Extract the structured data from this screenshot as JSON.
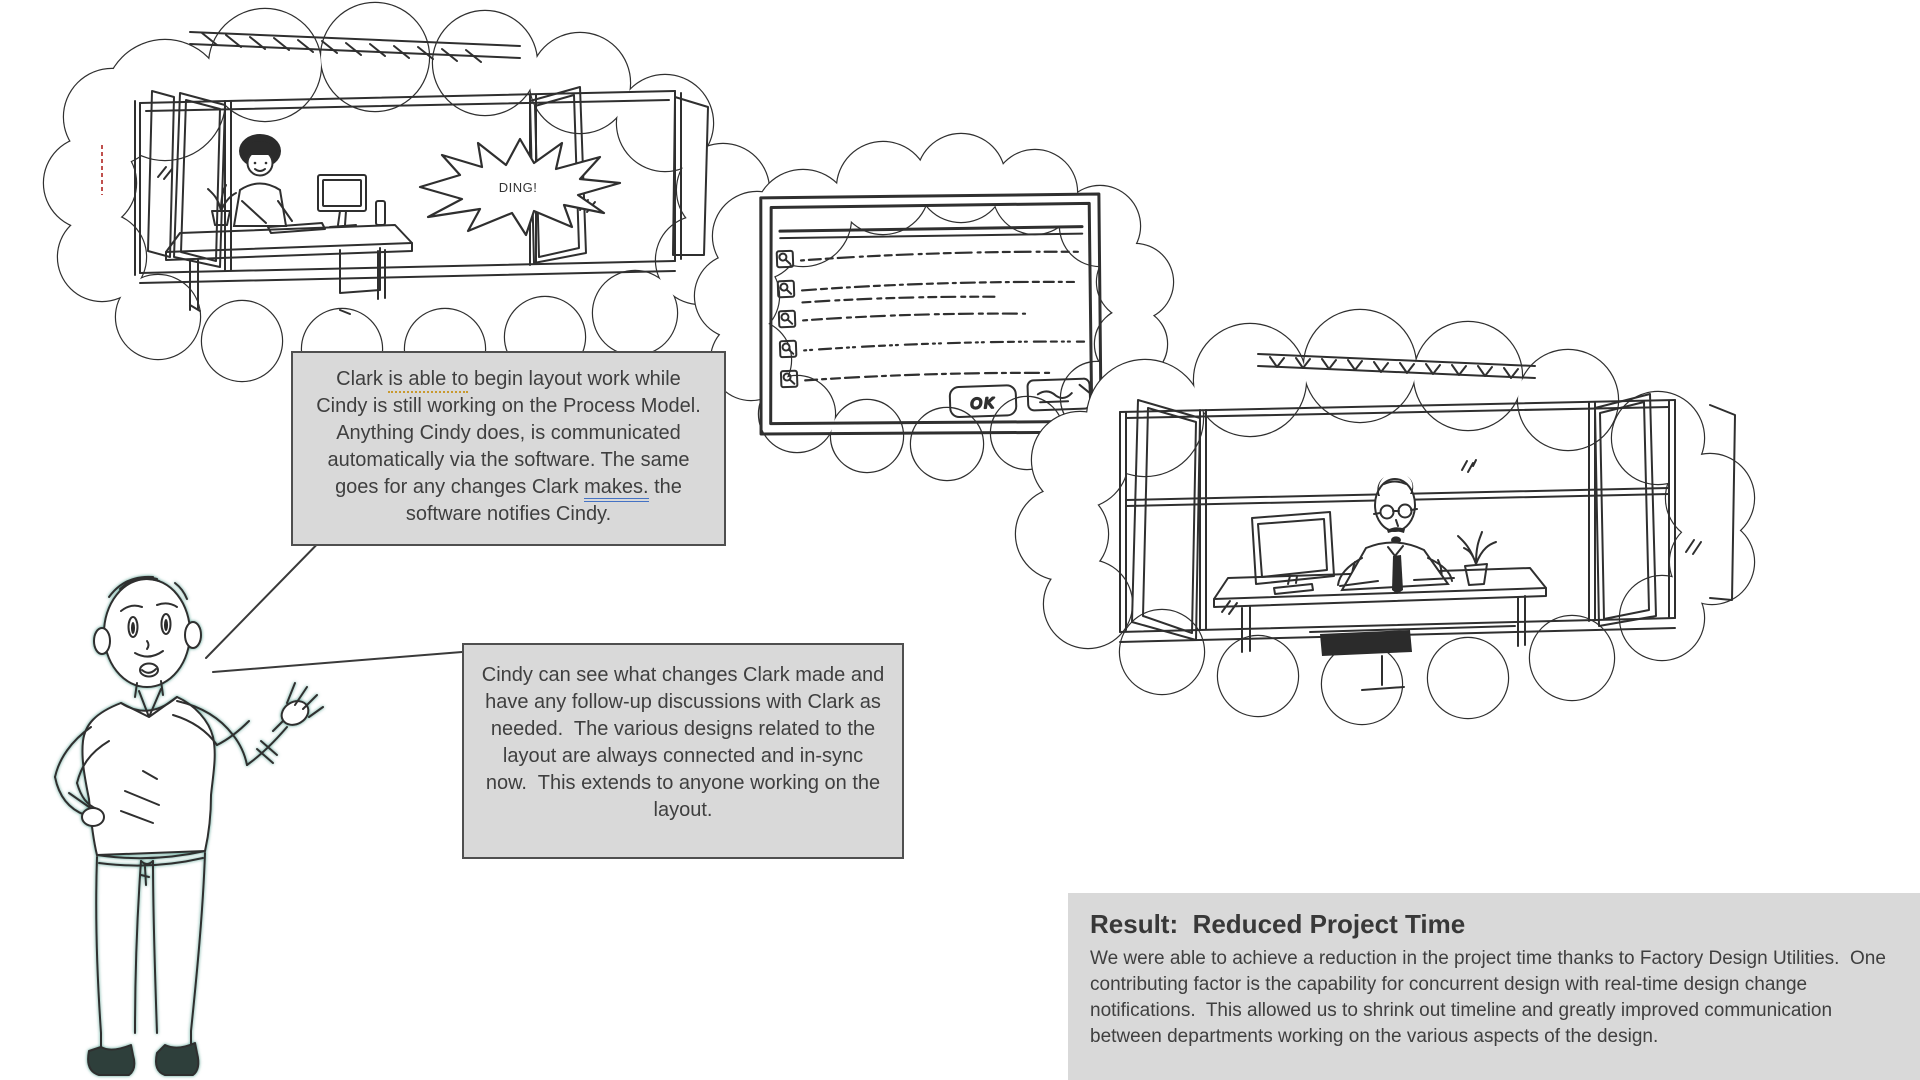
{
  "scene": {
    "ding": "DING!",
    "ok": "OK"
  },
  "callout1": {
    "line1": [
      "Clark ",
      "is able to",
      " begin layout work while"
    ],
    "line2": "Cindy is still working on the Process Model.",
    "line3": "Anything Cindy does, is communicated",
    "line4": "automatically via the software. The same",
    "line5": [
      "goes for any changes Clark ",
      "makes.",
      " the"
    ],
    "line6": "software notifies Cindy."
  },
  "callout2": {
    "lines": [
      "Cindy can see what changes Clark made and",
      "have any follow-up discussions with Clark as",
      "needed.  The various designs related to the",
      "layout are always connected and in-sync",
      "now.  This extends to anyone working on the",
      "layout."
    ]
  },
  "result": {
    "title": "Result:  Reduced Project Time",
    "lines": [
      "We were able to achieve a reduction in the project time thanks to Factory Design Utilities.  One",
      "contributing factor is the capability for concurrent design with real-time design change",
      "notifications.  This allowed us to shrink out timeline and greatly improved communication",
      "between departments working on the various aspects of the design."
    ]
  },
  "colors": {
    "callout_fill": "#d9d9d9",
    "callout_border": "#4f4f4f",
    "body_text": "#3f3f3f",
    "spellcheck_underline": "#c8992e",
    "grammar_underline": "#4472c4",
    "sketch_ink": "#2f2f2f",
    "figure_accent": "#2e8b78",
    "red_guide": "#c0504d"
  }
}
